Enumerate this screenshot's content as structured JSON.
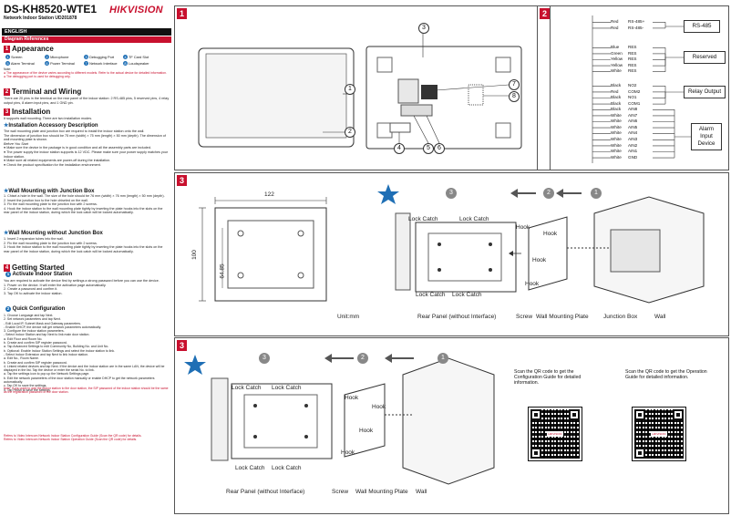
{
  "header": {
    "model": "DS-KH8520-WTE1",
    "subtitle": "Network Indoor Station UD201878",
    "brand": "HIKVISION",
    "language": "ENGLISH",
    "diagram_refs": "Diagram References"
  },
  "sections": {
    "s1": {
      "num": "1",
      "title": "Appearance",
      "legend": [
        {
          "n": "1",
          "t": "Screen"
        },
        {
          "n": "2",
          "t": "Microphone"
        },
        {
          "n": "3",
          "t": "Debugging Port"
        },
        {
          "n": "4",
          "t": "TF Card Slot"
        },
        {
          "n": "5",
          "t": "Alarm Terminal"
        },
        {
          "n": "6",
          "t": "Power Terminal"
        },
        {
          "n": "7",
          "t": "Network Interface"
        },
        {
          "n": "8",
          "t": "Loudspeaker"
        }
      ],
      "note_label": "Note:",
      "note1": "The appearance of the device varies according to different models. Refer to the actual device for detailed information.",
      "note2": "The debugging port is used for debugging only."
    },
    "s2": {
      "num": "2",
      "title": "Terminal and Wiring",
      "body": "There are 20 pins in the terminal on the rear panel of the indoor station: 2 RS-485 pins, 5 reserved pins, 4 relay output pins, 8 alarm input pins, and 1 GND pin."
    },
    "s3": {
      "num": "3",
      "title": "Installation",
      "intro": "It supports wall mounting. There are two installation modes.",
      "desc_title": "Installation Accessory Description",
      "desc": "The wall mounting plate and junction box are required to install the indoor station onto the wall.",
      "dims": "The dimension of junction box should be 75 mm (width) × 75 mm (length) × 50 mm (depth). The dimension of wall mounting plate is shown.",
      "before_title": "Before You Start",
      "before": [
        "Make sure the device in the package is in good condition and all the assembly parts are included.",
        "The power supply the indoor station supports is 12 VDC. Please make sure your power supply matches your indoor station.",
        "Make sure all related equipments are power-off during the installation.",
        "Check the product specification for the installation environment."
      ],
      "jb_title": "Wall Mounting with Junction Box",
      "jb_steps": [
        "1. Chisel a hole in the wall. The size of the hole should be 76 mm (width) × 76 mm (length) × 50 mm (depth).",
        "2. Insert the junction box to the hole chiseled on the wall.",
        "3. Fix the wall mounting plate to the junction box with 2 screws.",
        "4. Hook the indoor station to the wall mounting plate tightly by inserting the plate hooks into the slots on the rear panel of the indoor station, during which the lock catch will be locked automatically."
      ],
      "nojb_title": "Wall Mounting without Junction Box",
      "nojb_steps": [
        "1. Insert 2 expansion tubes into the wall.",
        "2. Fix the wall mounting plate to the junction box with 2 screws.",
        "3. Hook the indoor station to the wall mounting plate tightly by inserting the plate hooks into the slots on the rear panel of the indoor station, during which the lock catch will be locked automatically."
      ]
    },
    "s4": {
      "num": "4",
      "title": "Getting Started",
      "activate_title": "Activate Indoor Station",
      "activate": [
        "You are required to activate the device first by settings a strong password before you can use the device.",
        "1. Power on the device. It will enter the activation page automatically.",
        "2. Create a password and confirm it.",
        "3. Tap OK to activate the indoor station."
      ],
      "quick_title": "Quick Configuration",
      "quick": [
        "1. Choose Language and tap Next.",
        "2. Set network parameters and tap Next.",
        "   - Edit Local IP, Subnet Mask and Gateway parameters.",
        "   - Enable DHCP, the device will get network parameters automatically.",
        "3. Configure the indoor station parameters.",
        "   - Select Indoor Station and tap Next to link main door station.",
        "   a. Edit Floor and Room No.",
        "   b. Create and confirm SIP register password.",
        "   a. Tap Advanced Settings to edit Community No, Building No. and Unit No.",
        "   b. Optional: Enable Indoor Station Settings and select the indoor station to link.",
        "   - Select Indoor Extension and tap Next to link indoor station.",
        "   a. Edit No., Room Name.",
        "   b. Create and confirm SIP register password.",
        "4. Linked related devices and tap Next. If the device and the indoor station are in the same LAN, the device will be displayed in the list. Tap the device or enter the serial No. to link.",
        "   a. Tap the settings icon to pop up the Network Settings page.",
        "   b. Edit the network parameters of the door station manually or enable DHCP to get the network parameters automatically.",
        "   c. Tap OK to save the settings.",
        "5. Tap Finish to save the settings."
      ],
      "quick_note": "Note: If you want to add the indoor station to the door station, the SIP password of the indoor station should be the same as the registration password of the door station.",
      "refer1": "Refers to Video Intercom Network Indoor Station Configuration Guide (Scan the QR code) for details.",
      "refer2": "Refers to Video Intercom Network Indoor Station Operation Guide (Scan the QR code) for details."
    }
  },
  "panels": {
    "p1": {
      "num": "1",
      "callouts": [
        "1",
        "2",
        "3",
        "4",
        "5",
        "6",
        "7",
        "8"
      ]
    },
    "p2": {
      "num": "2",
      "rs485": [
        {
          "color": "Red",
          "pin": "RS-485+"
        },
        {
          "color": "Red",
          "pin": "RS-485-"
        }
      ],
      "rs485_box": "RS-485",
      "reserved": [
        {
          "color": "Blue",
          "pin": "RES"
        },
        {
          "color": "Green",
          "pin": "RES"
        },
        {
          "color": "Yellow",
          "pin": "RES"
        },
        {
          "color": "Yellow",
          "pin": "RES"
        },
        {
          "color": "White",
          "pin": "RES"
        }
      ],
      "reserved_box": "Reserved",
      "relay": [
        {
          "color": "Black",
          "pin": "NO2"
        },
        {
          "color": "Red",
          "pin": "COM2"
        },
        {
          "color": "Black",
          "pin": "NO1"
        },
        {
          "color": "Black",
          "pin": "COM1"
        }
      ],
      "relay_box": "Relay Output",
      "alarm": [
        {
          "color": "Black",
          "pin": "AIN8"
        },
        {
          "color": "White",
          "pin": "AIN7"
        },
        {
          "color": "White",
          "pin": "AIN6"
        },
        {
          "color": "White",
          "pin": "AIN5"
        },
        {
          "color": "White",
          "pin": "AIN4"
        },
        {
          "color": "White",
          "pin": "AIN3"
        },
        {
          "color": "White",
          "pin": "AIN2"
        },
        {
          "color": "White",
          "pin": "AIN1"
        },
        {
          "color": "White",
          "pin": "GND"
        }
      ],
      "alarm_box": [
        "Alarm",
        "Input",
        "Device"
      ]
    },
    "p3": {
      "num": "3",
      "dim_w": "122",
      "dim_h": "100",
      "dim_inner": "64.85",
      "unit": "Unit:mm",
      "steps": [
        "3",
        "2",
        "1"
      ],
      "labels": {
        "lock1": "Lock Catch",
        "lock2": "Lock Catch",
        "lock3": "Lock Catch",
        "lock4": "Lock Catch",
        "hook1": "Hook",
        "hook2": "Hook",
        "hook3": "Hook",
        "hook4": "Hook",
        "rear": "Rear  Panel (without Interface)",
        "screw": "Screw",
        "plate": "Wall Mounting Plate",
        "jbox": "Junction Box",
        "wall": "Wall"
      }
    },
    "p4": {
      "num": "3",
      "steps": [
        "3",
        "2",
        "1"
      ],
      "labels": {
        "lock1": "Lock Catch",
        "lock2": "Lock Catch",
        "lock3": "Lock Catch",
        "lock4": "Lock Catch",
        "hook1": "Hook",
        "hook2": "Hook",
        "hook3": "Hook",
        "hook4": "Hook",
        "rear": "Rear  Panel (without Interface)",
        "screw": "Screw",
        "plate": "Wall Mounting Plate",
        "wall": "Wall"
      },
      "qr1_text": "Scan the QR code to get the Configuration Guide for detailed information.",
      "qr2_text": "Scan the QR code to get the Operation Guide for detailed information.",
      "qr_brand": "HIKVISION"
    }
  },
  "colors": {
    "brand_red": "#c8102e",
    "accent_blue": "#1f6fb5"
  }
}
